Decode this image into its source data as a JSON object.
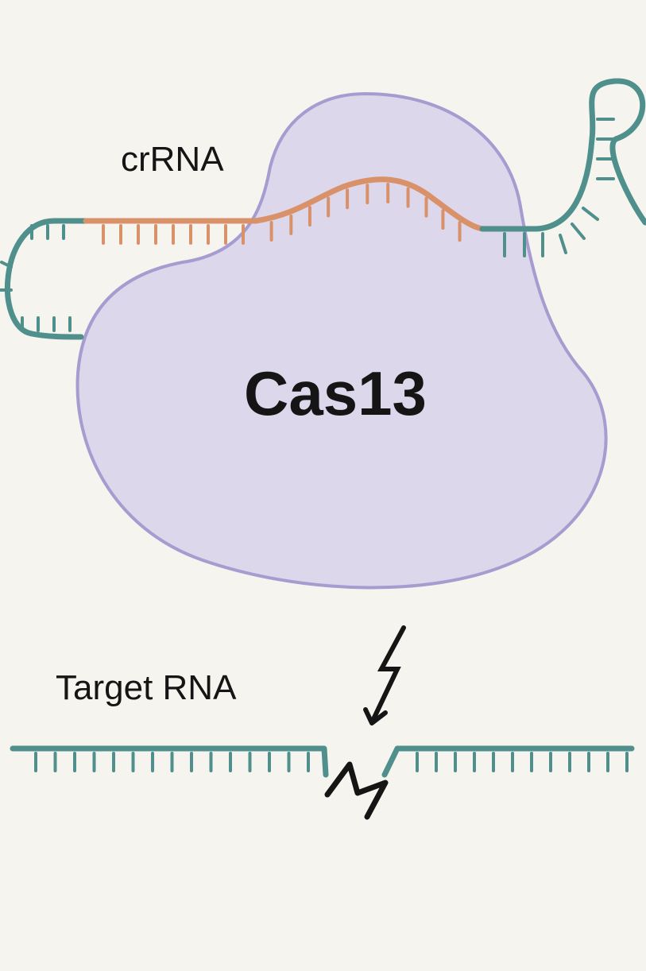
{
  "labels": {
    "crrna": "crRNA",
    "protein": "Cas13",
    "target": "Target RNA"
  },
  "colors": {
    "background": "#f6f4ee",
    "protein_fill": "#dcd7ea",
    "protein_outline": "#a69cd0",
    "rna_strand": "#4f8f8c",
    "spacer": "#d9916a",
    "ink": "#151515"
  },
  "icons": {
    "cleavage": "lightning-bolt-icon",
    "cut": "break-zigzag-icon"
  }
}
